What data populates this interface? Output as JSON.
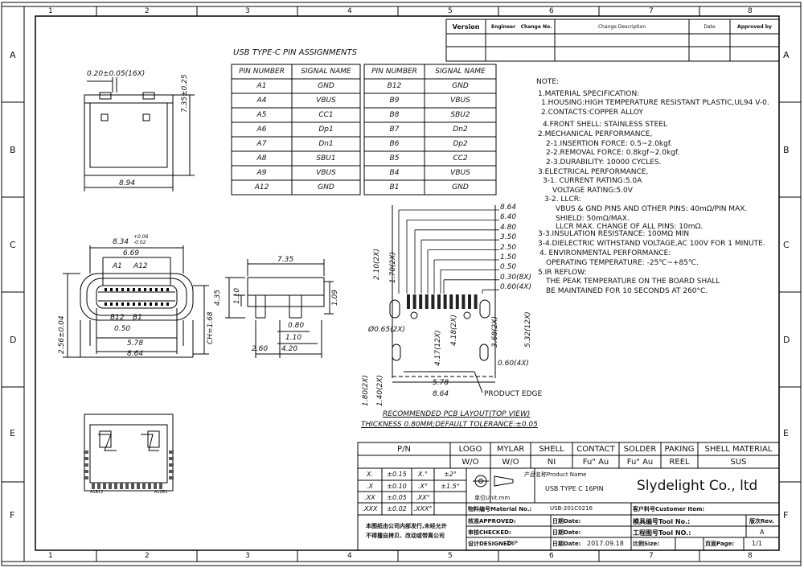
{
  "frame": {
    "columns": [
      "1",
      "2",
      "3",
      "4",
      "5",
      "6",
      "7",
      "8"
    ],
    "rows": [
      "A",
      "B",
      "C",
      "D",
      "E",
      "F"
    ]
  },
  "revision_table": {
    "headers": [
      "Version",
      "Engineer",
      "Change No.",
      "Change Description",
      "Date",
      "Approved by"
    ]
  },
  "pin_table": {
    "title": "USB TYPE-C PIN ASSIGNMENTS",
    "headers": [
      "PIN NUMBER",
      "SIGNAL NAME"
    ],
    "left": [
      {
        "pin": "A1",
        "signal": "GND"
      },
      {
        "pin": "A4",
        "signal": "VBUS"
      },
      {
        "pin": "A5",
        "signal": "CC1"
      },
      {
        "pin": "A6",
        "signal": "Dp1"
      },
      {
        "pin": "A7",
        "signal": "Dn1"
      },
      {
        "pin": "A8",
        "signal": "SBU1"
      },
      {
        "pin": "A9",
        "signal": "VBUS"
      },
      {
        "pin": "A12",
        "signal": "GND"
      }
    ],
    "right": [
      {
        "pin": "B12",
        "signal": "GND"
      },
      {
        "pin": "B9",
        "signal": "VBUS"
      },
      {
        "pin": "B8",
        "signal": "SBU2"
      },
      {
        "pin": "B7",
        "signal": "Dn2"
      },
      {
        "pin": "B6",
        "signal": "Dp2"
      },
      {
        "pin": "B5",
        "signal": "CC2"
      },
      {
        "pin": "B4",
        "signal": "VBUS"
      },
      {
        "pin": "B1",
        "signal": "GND"
      }
    ]
  },
  "notes": [
    "NOTE:",
    "1.MATERIAL SPECIFICATION:",
    "1.HOUSING:HIGH TEMPERATURE RESISTANT PLASTIC,UL94 V-0.",
    "2.CONTACTS:COPPER ALLOY",
    "4.FRONT SHELL: STAINLESS STEEL",
    "2.MECHANICAL PERFORMANCE,",
    "2-1.INSERTION FORCE: 0.5~2.0kgf.",
    "2-2.REMOVAL FORCE: 0.8kgf~2.0kgf.",
    "2-3.DURABILITY: 10000 CYCLES.",
    "3.ELECTRICAL PERFORMANCE,",
    "3-1. CURRENT RATING:5.0A",
    "VOLTAGE RATING:5.0V",
    "3-2. LLCR:",
    "VBUS & GND PINS AND OTHER PINS: 40mΩ/PIN MAX.",
    "SHIELD: 50mΩ/MAX.",
    "LLCR MAX. CHANGE OF ALL PINS: 10mΩ.",
    "3-3.INSULATION RESISTANCE: 100MΩ MIN",
    "3-4.DIELECTRIC WITHSTAND VOLTAGE,AC 100V FOR 1 MINUTE.",
    "4. ENVIRONMENTAL PERFORMANCE:",
    "OPERATING TEMPERATURE: -25℃~+85℃.",
    "5.IR REFLOW:",
    "THE PEAK TEMPERATURE ON THE BOARD SHALL",
    "BE MAINTAINED FOR 10 SECONDS AT 260°C."
  ],
  "dims": {
    "top_pitch": "0.20±0.05(16X)",
    "top_height": "7.35±0.25",
    "top_width": "8.94",
    "front_width": "8.34",
    "front_width_tol_up": "+0.06",
    "front_width_tol_dn": "-0.02",
    "front_inner": "6.69",
    "front_a1": "A1",
    "front_a12": "A12",
    "front_b12": "B12",
    "front_b1": "B1",
    "front_pitch": "0.50",
    "front_578": "5.78",
    "front_864": "8.64",
    "front_height": "2.56±0.04",
    "front_ch": "CH=1.68",
    "side_735": "7.35",
    "side_435": "4.35",
    "side_110": "1.10",
    "side_109": "1.09",
    "side_080": "0.80",
    "side_110b": "1.10",
    "side_260": "2.60",
    "side_420": "4.20",
    "pcb_864": "8.64",
    "pcb_640": "6.40",
    "pcb_480": "4.80",
    "pcb_350": "3.50",
    "pcb_250": "2.50",
    "pcb_150": "1.50",
    "pcb_050": "0.50",
    "pcb_030": "0.30(8X)",
    "pcb_060a": "0.60(4X)",
    "pcb_210": "2.10(2X)",
    "pcb_170": "1.70(2X)",
    "pcb_065": "Ø0.65(2X)",
    "pcb_417": "4.17(12X)",
    "pcb_418": "4.18(2X)",
    "pcb_368": "3.68(2X)",
    "pcb_532": "5.32(12X)",
    "pcb_060b": "0.60(4X)",
    "pcb_180": "1.80(2X)",
    "pcb_140": "1.40(2X)",
    "pcb_578": "5.78",
    "pcb_864b": "8.64",
    "product_edge": "PRODUCT EDGE",
    "pcb_caption1": "RECOMMENDED PCB LAYOUT(TOP VIEW)",
    "pcb_caption2": "THICKNESS 0.80MM;DEFAULT TOLERANCE:±0.05"
  },
  "spec_table": {
    "header": [
      "P/N",
      "LOGO",
      "MYLAR",
      "SHELL",
      "CONTACT",
      "SOLDER",
      "PAKING",
      "SHELL MATERIAL"
    ],
    "values": [
      "",
      "W/O",
      "W/O",
      "NI",
      "Fu\" Au",
      "Fu\" Au",
      "REEL",
      "SUS"
    ]
  },
  "tolerance": [
    {
      "a": "X.",
      "b": "±0.15",
      "c": "X.°",
      "d": "±2°"
    },
    {
      "a": ".X",
      "b": "±0.10",
      "c": ".X°",
      "d": "±1.5°"
    },
    {
      "a": ".XX",
      "b": "±0.05",
      "c": ".XX°",
      "d": ""
    },
    {
      "a": ".XXX",
      "b": "±0.02",
      "c": ".XXX°",
      "d": ""
    }
  ],
  "unit_label": "单位Unit:mm",
  "product_name_label": "产品名称Product Name",
  "product_name": "USB TYPE C 16PIN",
  "company": "Slydelight Co., ltd",
  "material_no_label": "物料编号Material No.:",
  "material_no": "USB-201C0216",
  "customer_item_label": "客户料号Customer Item:",
  "copyright_line1": "本图纸由公司内部发行,未经允许",
  "copyright_line2": "不得擅自拷贝、改动或带离公司",
  "approved_label": "核准APPROVED:",
  "checked_label": "审核CHECKED:",
  "designed_label": "设计DESIGNED:",
  "designer": "ZXP",
  "date_label": "日期Date:",
  "date_value": "2017.09.18",
  "tool_no_label": "模具编号Tool No.:",
  "drawing_no_label": "工程图号Tool NO.:",
  "rev_label": "版次Rev.",
  "rev_value": "A",
  "scale_label": "比例Size:",
  "page_label": "页面Page:",
  "page_value": "1/1",
  "bottom_labels": [
    "A1B12",
    "A12B1"
  ]
}
